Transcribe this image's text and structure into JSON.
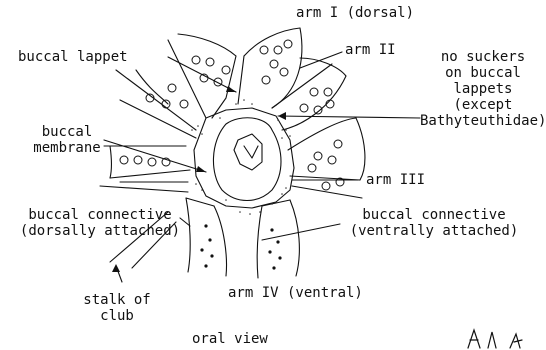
{
  "labels": {
    "arm_1": "arm I (dorsal)",
    "arm_2": "arm II",
    "arm_3": "arm III",
    "arm_4": "arm IV (ventral)",
    "buccal_lappet": "buccal lappet",
    "no_suckers": [
      "no suckers",
      "on buccal",
      "lappets",
      "(except",
      "Bathyteuthidae)"
    ],
    "buccal_membrane": [
      "buccal",
      "membrane"
    ],
    "connective_dorsal": [
      "buccal connective",
      "(dorsally attached)"
    ],
    "connective_ventral": [
      "buccal connective",
      "(ventrally attached)"
    ],
    "stalk": [
      "stalk of",
      "club"
    ],
    "view": "oral view"
  },
  "colors": {
    "ink": "#111111",
    "paper": "#ffffff"
  }
}
